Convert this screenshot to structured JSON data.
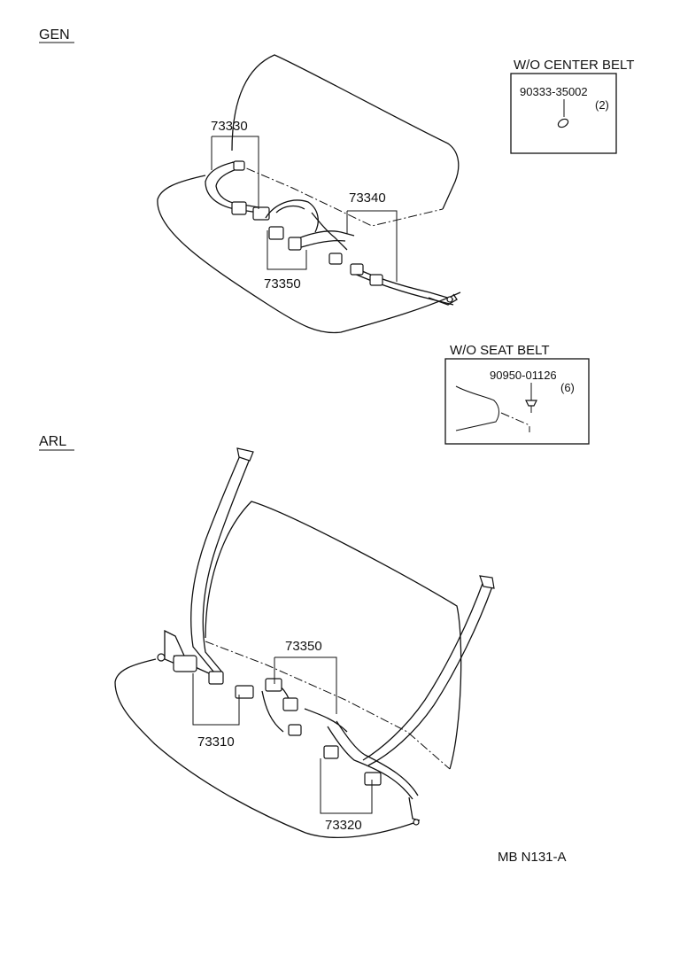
{
  "sections": {
    "gen": "GEN",
    "arl": "ARL"
  },
  "gen_labels": {
    "p73330": "73330",
    "p73340": "73340",
    "p73350": "73350"
  },
  "arl_labels": {
    "p73350": "73350",
    "p73310": "73310",
    "p73320": "73320"
  },
  "inset_center_belt": {
    "title": "W/O CENTER BELT",
    "part_no": "90333-35002",
    "qty": "(2)"
  },
  "inset_seat_belt": {
    "title": "W/O SEAT  BELT",
    "part_no": "90950-01126",
    "qty": "(6)"
  },
  "figure_code": "MB N131-A"
}
